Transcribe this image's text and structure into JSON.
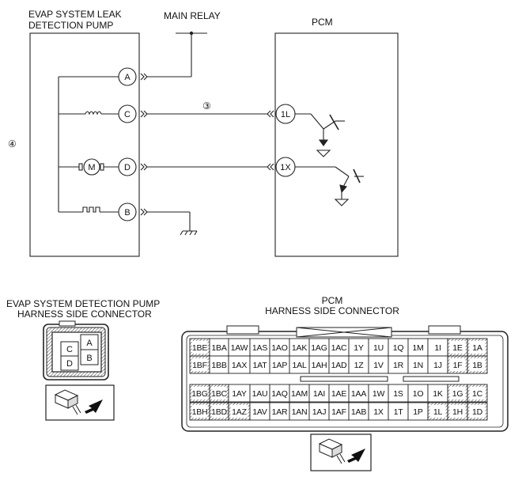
{
  "evap_pump": {
    "title_line1": "EVAP SYSTEM LEAK",
    "title_line2": "DETECTION PUMP",
    "pins": [
      "A",
      "C",
      "D",
      "B"
    ],
    "motor_label": "M",
    "callout": "④"
  },
  "main_relay_label": "MAIN RELAY",
  "pcm": {
    "title": "PCM",
    "pins": [
      "1L",
      "1X"
    ]
  },
  "wire_callout": "③",
  "evap_connector": {
    "title_line1": "EVAP SYSTEM DETECTION PUMP",
    "title_line2": "HARNESS SIDE CONNECTOR",
    "pins": [
      "A",
      "C",
      "B",
      "D"
    ]
  },
  "pcm_connector": {
    "title_line1": "PCM",
    "title_line2": "HARNESS SIDE CONNECTOR",
    "rows": [
      [
        "1BE",
        "1BA",
        "1AW",
        "1AS",
        "1AO",
        "1AK",
        "1AG",
        "1AC",
        "1Y",
        "1U",
        "1Q",
        "1M",
        "1I",
        "1E",
        "1A"
      ],
      [
        "1BF",
        "1BB",
        "1AX",
        "1AT",
        "1AP",
        "1AL",
        "1AH",
        "1AD",
        "1Z",
        "1V",
        "1R",
        "1N",
        "1J",
        "1F",
        "1B"
      ],
      [
        "1BG",
        "1BC",
        "1AY",
        "1AU",
        "1AQ",
        "1AM",
        "1AI",
        "1AE",
        "1AA",
        "1W",
        "1S",
        "1O",
        "1K",
        "1G",
        "1C"
      ],
      [
        "1BH",
        "1BD",
        "1AZ",
        "1AV",
        "1AR",
        "1AN",
        "1AJ",
        "1AF",
        "1AB",
        "1X",
        "1T",
        "1P",
        "1L",
        "1H",
        "1D"
      ]
    ]
  }
}
